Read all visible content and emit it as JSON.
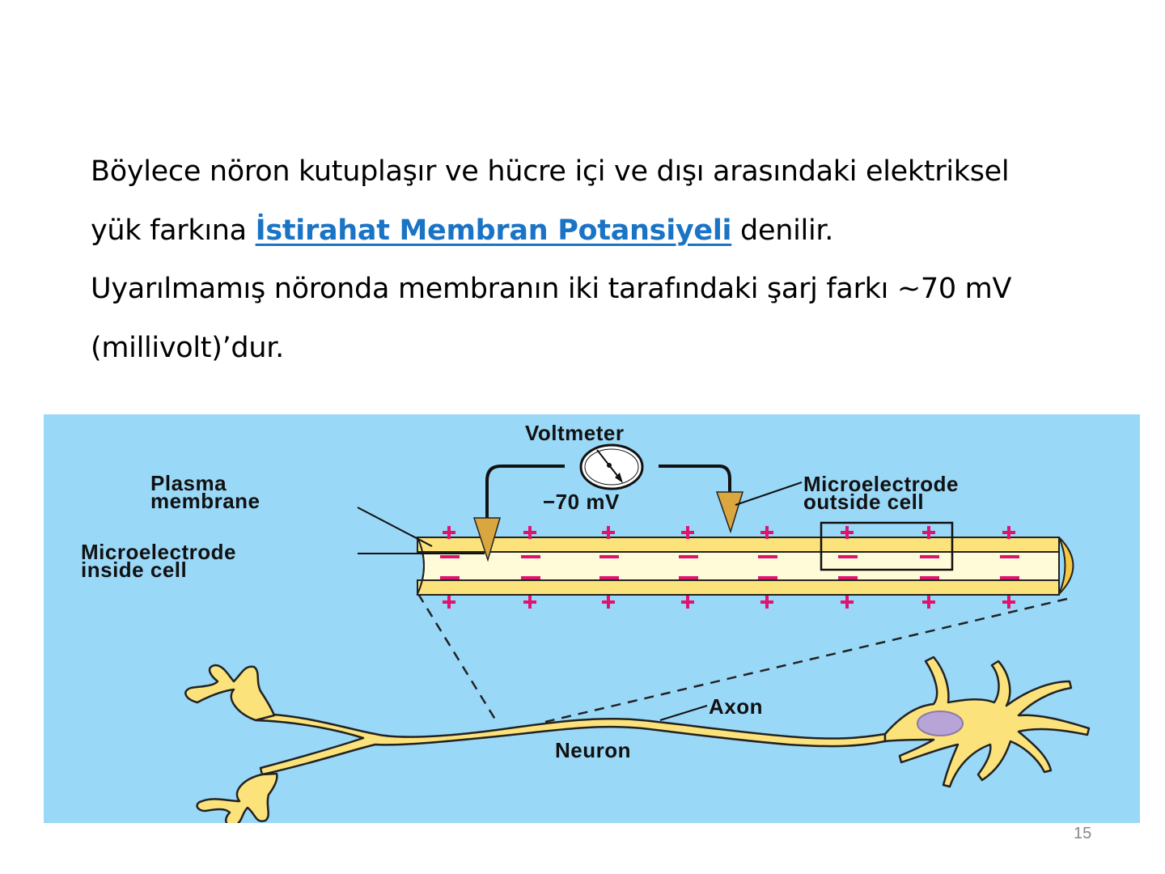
{
  "slide": {
    "paragraph1": {
      "line1": "Böylece nöron kutuplaşır ve hücre içi ve dışı arasındaki elektriksel",
      "line2_prefix": "yük farkına ",
      "line2_term": "İstirahat Membran Potansiyeli",
      "line2_suffix": " denilir."
    },
    "paragraph2": {
      "line1": "Uyarılmamış nöronda membranın iki tarafındaki şarj farkı  ~70 mV",
      "line2": "(millivolt)’dur."
    },
    "page_number": "15",
    "colors": {
      "term": "#1a74c6",
      "figure_bg": "#9ad8f8",
      "membrane": "#fbe27a",
      "cytoplasm": "#fffbd9",
      "charge": "#e0146e",
      "electrode": "#d9a640",
      "nucleus": "#b8a4d6"
    }
  },
  "figure": {
    "labels": {
      "voltmeter": "Voltmeter",
      "reading": "−70 mV",
      "plasma_membrane_1": "Plasma",
      "plasma_membrane_2": "membrane",
      "electrode_inside_1": "Microelectrode",
      "electrode_inside_2": "inside cell",
      "electrode_outside_1": "Microelectrode",
      "electrode_outside_2": "outside cell",
      "axon": "Axon",
      "neuron": "Neuron"
    },
    "charges": {
      "outside": "+",
      "inside": "−"
    }
  }
}
